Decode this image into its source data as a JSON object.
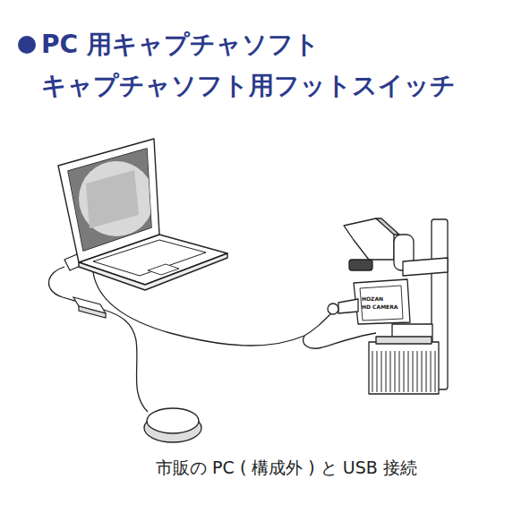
{
  "diagram": {
    "title": "PC 用キャプチャソフト キャプチャソフト用フットスイッチ",
    "caption": "市販の PC ( 構成外 ) と USB 接続",
    "labels": [
      "HOZAN",
      "HD CAMERA"
    ]
  }
}
